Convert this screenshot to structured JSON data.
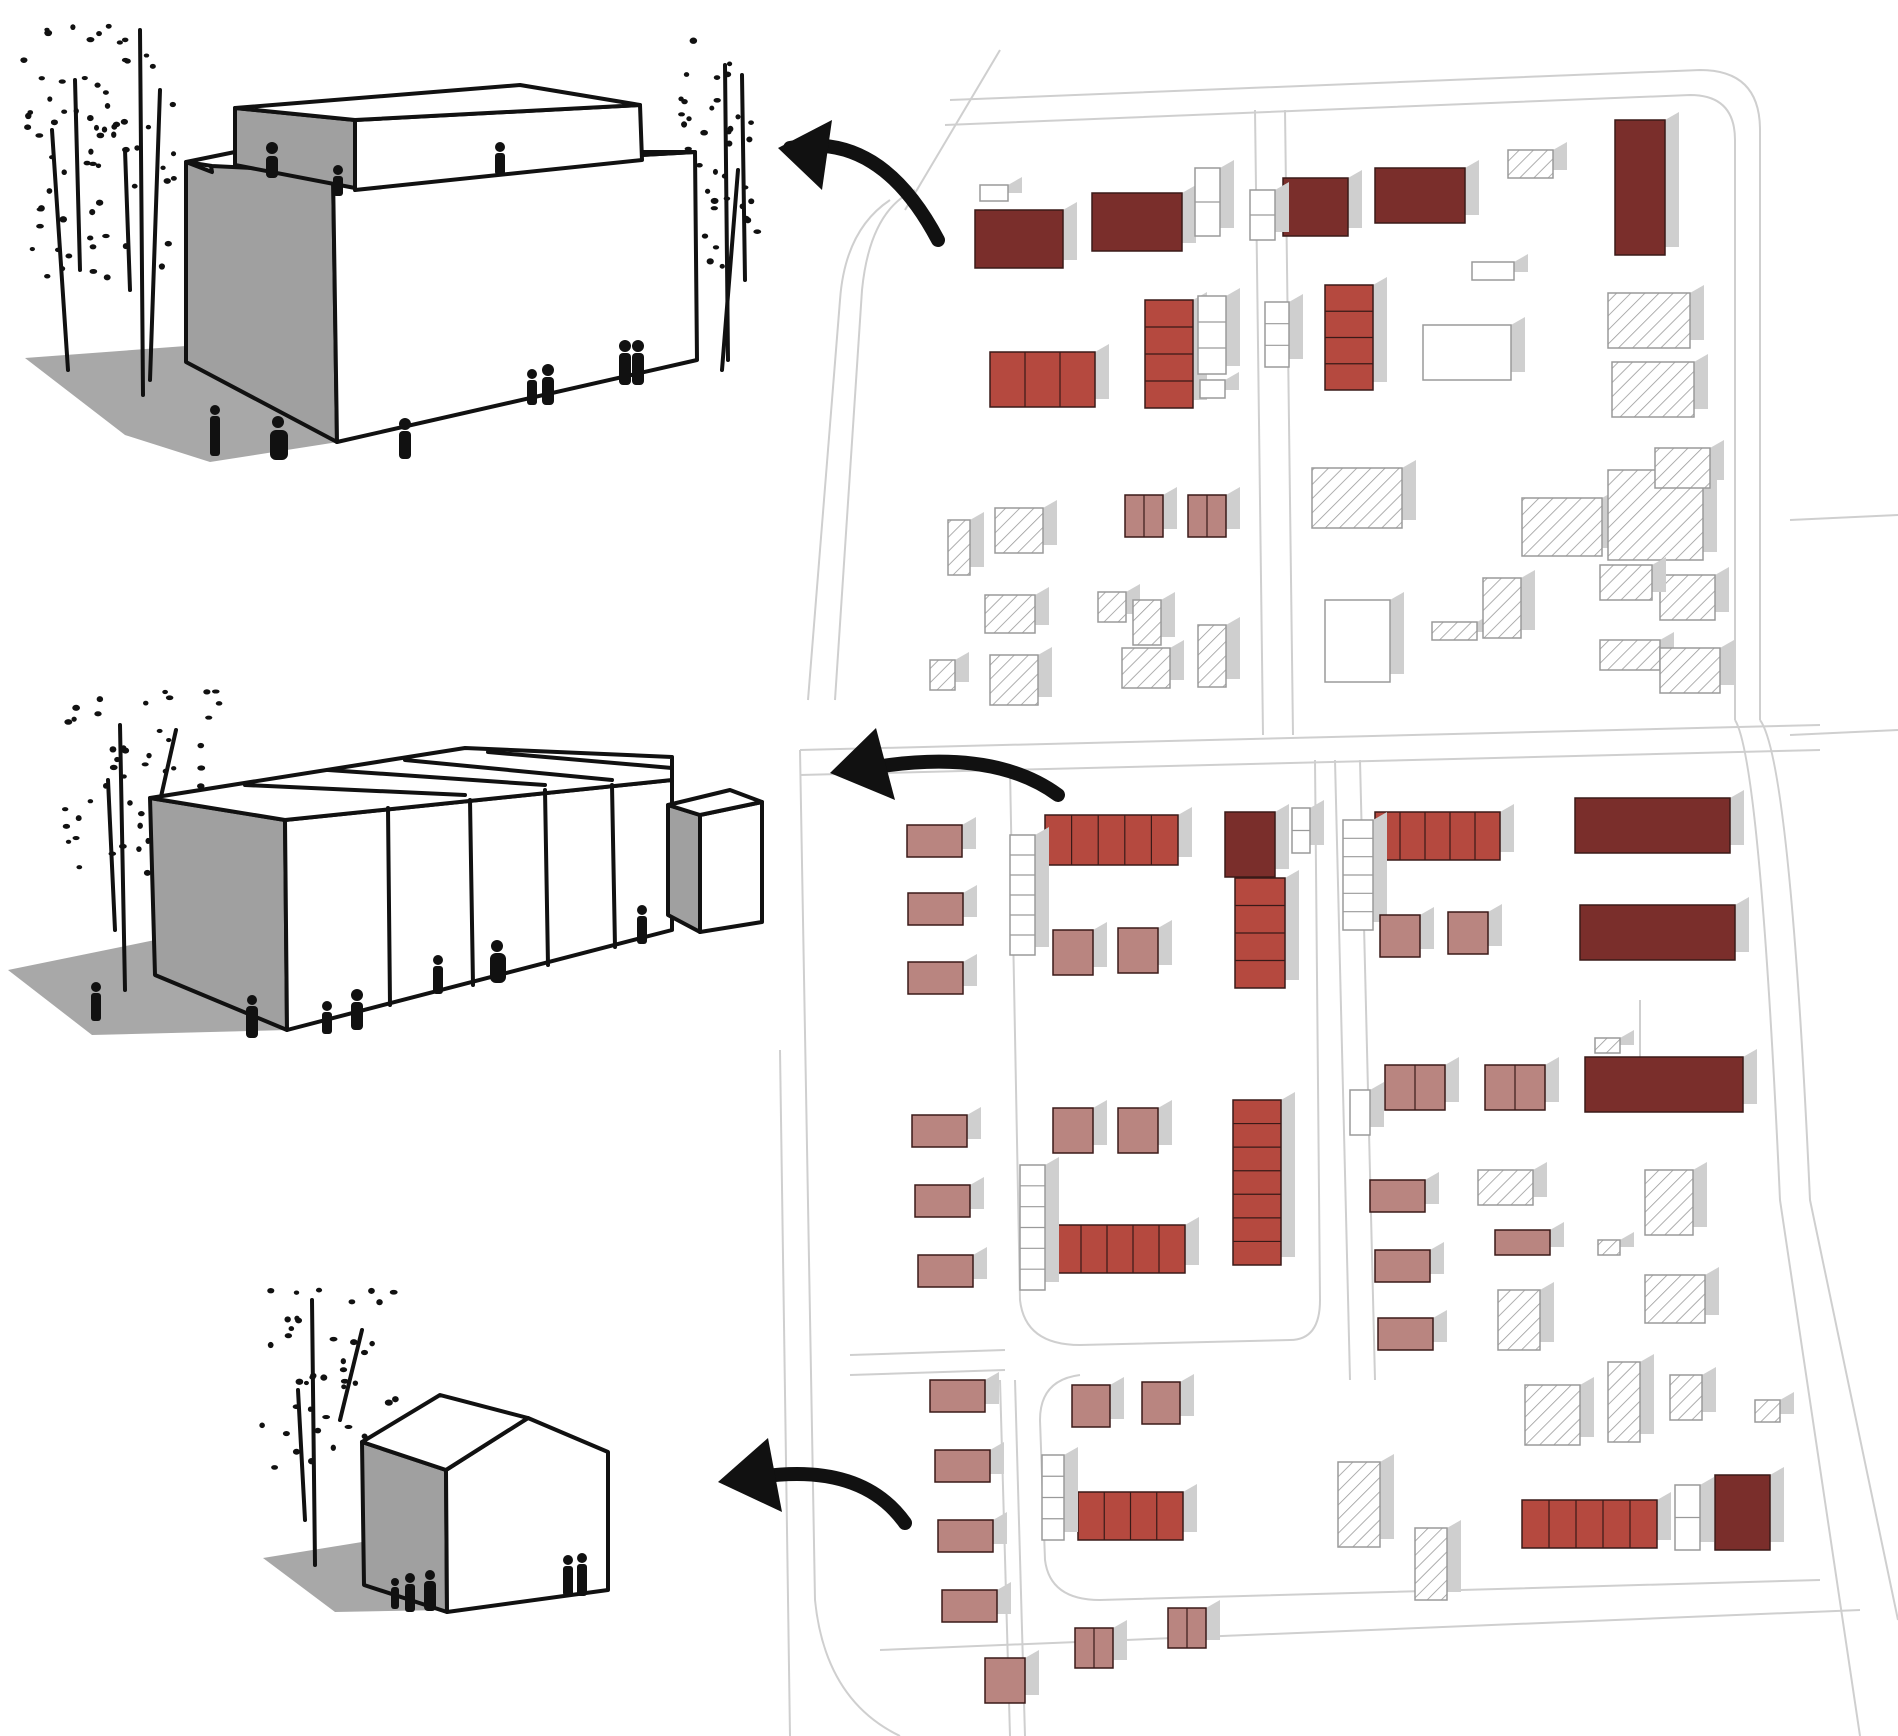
{
  "colors": {
    "background": "#ffffff",
    "ink": "#111111",
    "shadow": "#a8a8a8",
    "shade_face": "#a0a0a0",
    "road": "#cfcfcf",
    "dark_red": "#7a2e2b",
    "red": "#b5493f",
    "pink": "#b98580",
    "hatch": "#9a9a9a"
  },
  "building_types": [
    {
      "id": "large-volume",
      "tier": "top"
    },
    {
      "id": "row-volume",
      "tier": "middle"
    },
    {
      "id": "small-house",
      "tier": "bottom"
    }
  ],
  "legend_categories": [
    "dark_red",
    "red",
    "pink",
    "hatch",
    "outline"
  ]
}
